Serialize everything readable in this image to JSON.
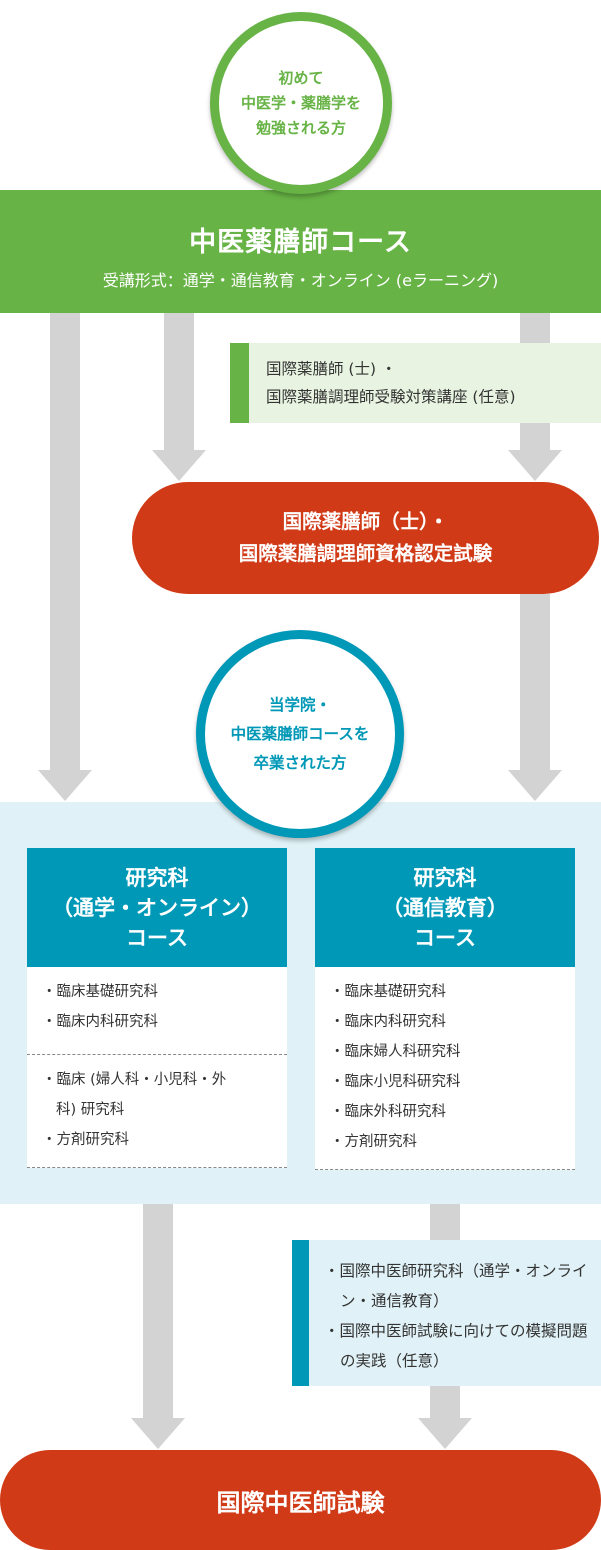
{
  "colors": {
    "green": "#67b346",
    "green_light": "#e8f4e1",
    "teal": "#0098b7",
    "teal_light": "#e0f2f7",
    "red": "#d13a17",
    "arrow_gray": "#d3d3d3"
  },
  "start_circle": {
    "lines": [
      "初めて",
      "中医学・薬膳学を",
      "勉強される方"
    ]
  },
  "main_course": {
    "title": "中医薬膳師コース",
    "subtitle": "受講形式：通学・通信教育・オンライン (eラーニング)"
  },
  "prep_note": {
    "lines": [
      "国際薬膳師 (士) ・",
      "国際薬膳調理師受験対策講座 (任意)"
    ]
  },
  "exam_1": {
    "lines": [
      "国際薬膳師（士）・",
      "国際薬膳調理師資格認定試験"
    ]
  },
  "grad_circle": {
    "lines": [
      "当学院・",
      "中医薬膳師コースを",
      "卒業された方"
    ]
  },
  "research_courses": [
    {
      "title_lines": [
        "研究科",
        "（通学・オンライン）",
        "コース"
      ],
      "groups": [
        [
          "・臨床基礎研究科",
          "・臨床内科研究科"
        ],
        [
          "・臨床 (婦人科・小児科・外科) 研究科",
          "・方剤研究科"
        ]
      ]
    },
    {
      "title_lines": [
        "研究科",
        "（通信教育）",
        "コース"
      ],
      "groups": [
        [
          "・臨床基礎研究科",
          "・臨床内科研究科",
          "・臨床婦人科研究科",
          "・臨床小児科研究科",
          "・臨床外科研究科",
          "・方剤研究科"
        ]
      ]
    }
  ],
  "intl_note": {
    "items": [
      "・国際中医師研究科（通学・オンライン・通信教育）",
      "・国際中医師試験に向けての模擬問題の実践（任意）"
    ]
  },
  "final_exam": {
    "title": "国際中医師試験"
  }
}
